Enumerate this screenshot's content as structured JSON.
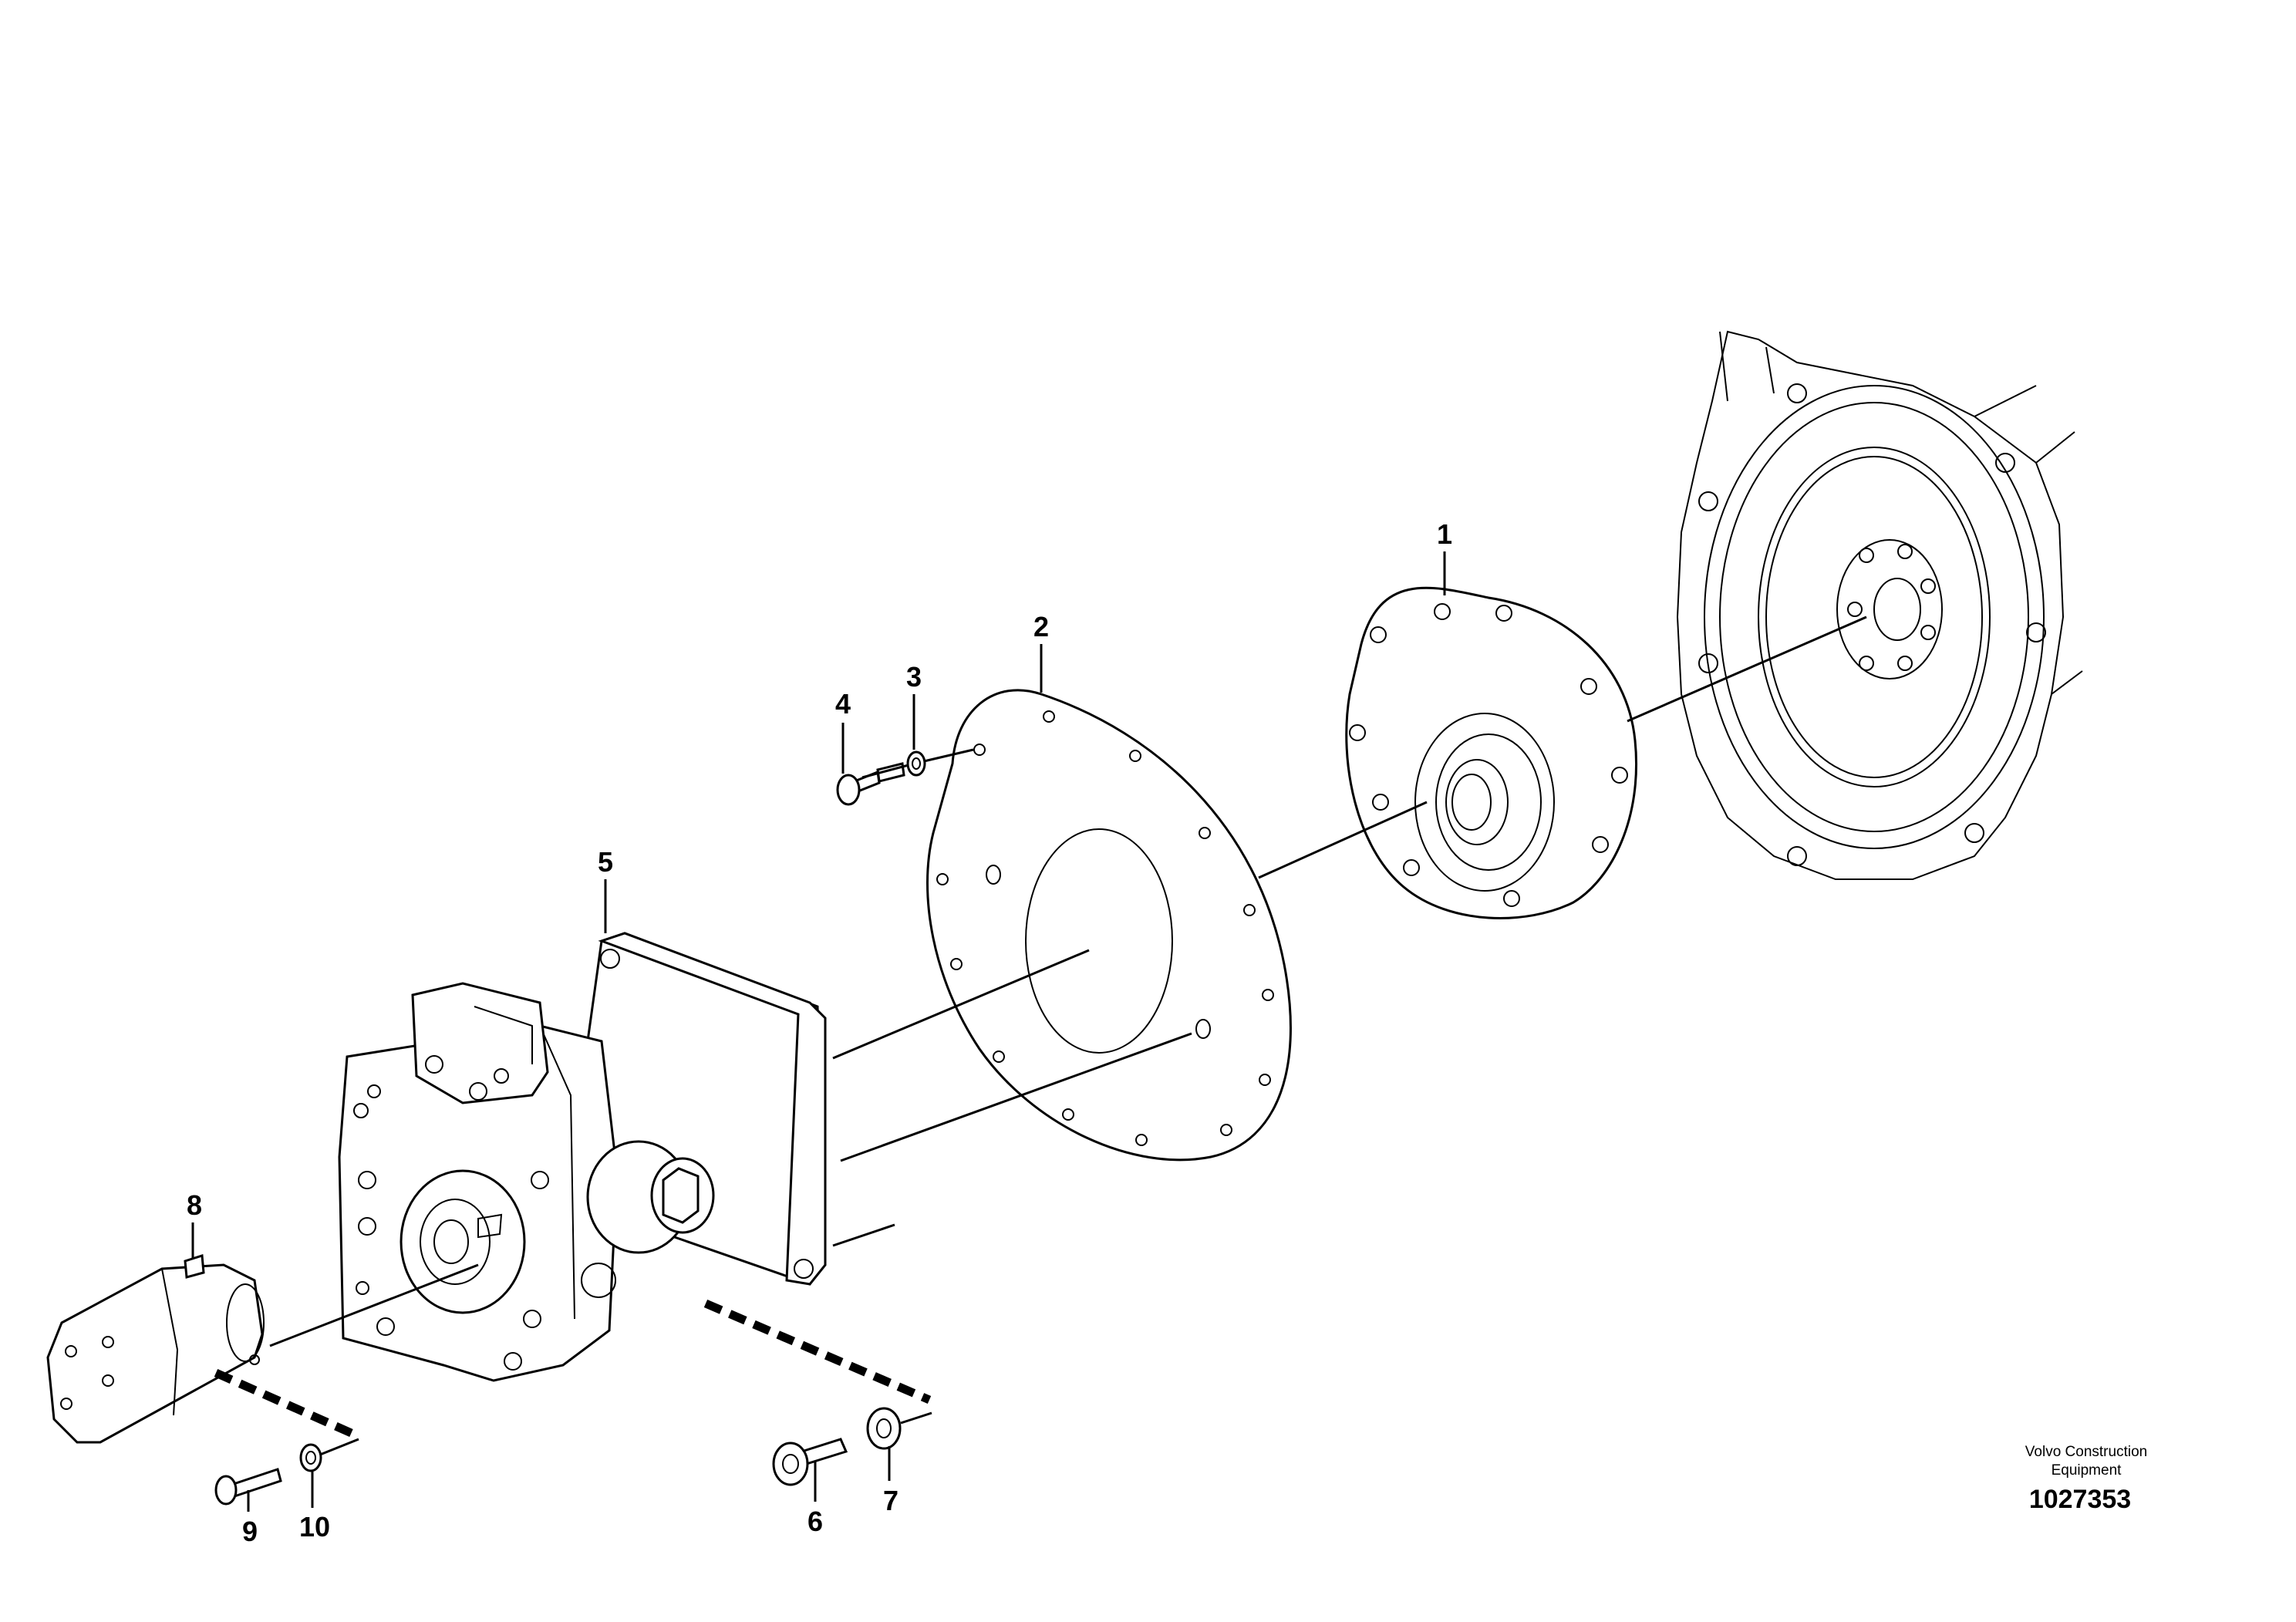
{
  "callouts": {
    "c1": "1",
    "c2": "2",
    "c3": "3",
    "c4": "4",
    "c5": "5",
    "c6": "6",
    "c7": "7",
    "c8": "8",
    "c9": "9",
    "c10": "10"
  },
  "footer": {
    "company_line1": "Volvo Construction",
    "company_line2": "Equipment",
    "document_number": "1027353"
  }
}
